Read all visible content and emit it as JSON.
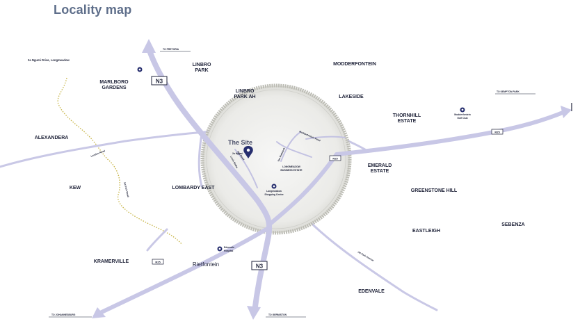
{
  "title": "Locality map",
  "areas": {
    "lindbro_park": [
      "LINBRO",
      "PARK"
    ],
    "modderfontein": "MODDERFONTEIN",
    "marlboro_gardens": [
      "MARLBORO",
      "GARDENS"
    ],
    "linbro_park_ah": [
      "LINBRO",
      "PARK AH"
    ],
    "lakeside": "LAKESIDE",
    "thornhill_estate": [
      "THORNHILL",
      "ESTATE"
    ],
    "alexandera": "ALEXANDERA",
    "kew": "KEW",
    "lombardy_east": "LOMBARDY EAST",
    "greenstone_hill": "GREENSTONE HILL",
    "emerald_estate": [
      "EMERALD",
      "ESTATE"
    ],
    "eastleigh": "EASTLEIGH",
    "sebenza": "SEBENZA",
    "kramerville": "KRAMERVILLE",
    "rietfontein": "Rietfontein",
    "edenvale": "EDENVALE"
  },
  "pois": {
    "street_address": "2a Ngumi Drive, Longmeadow",
    "site_label": "The Site",
    "site_pin_label": "2a Ngumi",
    "business_estate": [
      "LONGMEADOW",
      "BUSINESS ESTATE"
    ],
    "longmeadow_shopping": [
      "Longmeadow",
      "Shopping Centre"
    ],
    "golf_club": [
      "Modderfontein",
      "Golf Club"
    ],
    "hospital": [
      "Edenvale",
      "Hospital"
    ]
  },
  "roads": {
    "n3_north": "N3",
    "n3_south": "N3",
    "r25_east": "R25",
    "r25_site": "R25",
    "r25_west": "R25",
    "london_road": "London Road",
    "louis_botha": "Louis Botha",
    "modderfontein_road": "Modderfontein Road",
    "sea_road": "Sea Road",
    "van_riebeeck": "Van Riebeeck",
    "jet_park_road": "Jet Park Road",
    "jet_park_avenue": "Jet Park Avenue"
  },
  "destinations": {
    "north": "TO PRETORIA",
    "east": "TO KEMPTON PARK",
    "west": "TO JOHANNESBURG",
    "south": "TO GERMISTON"
  },
  "colors": {
    "road": "#c7c6e6",
    "title": "#5e6e8a",
    "labels": "#1e2238",
    "boundary": "#c9b74c",
    "ring": "#b8b9b2"
  }
}
